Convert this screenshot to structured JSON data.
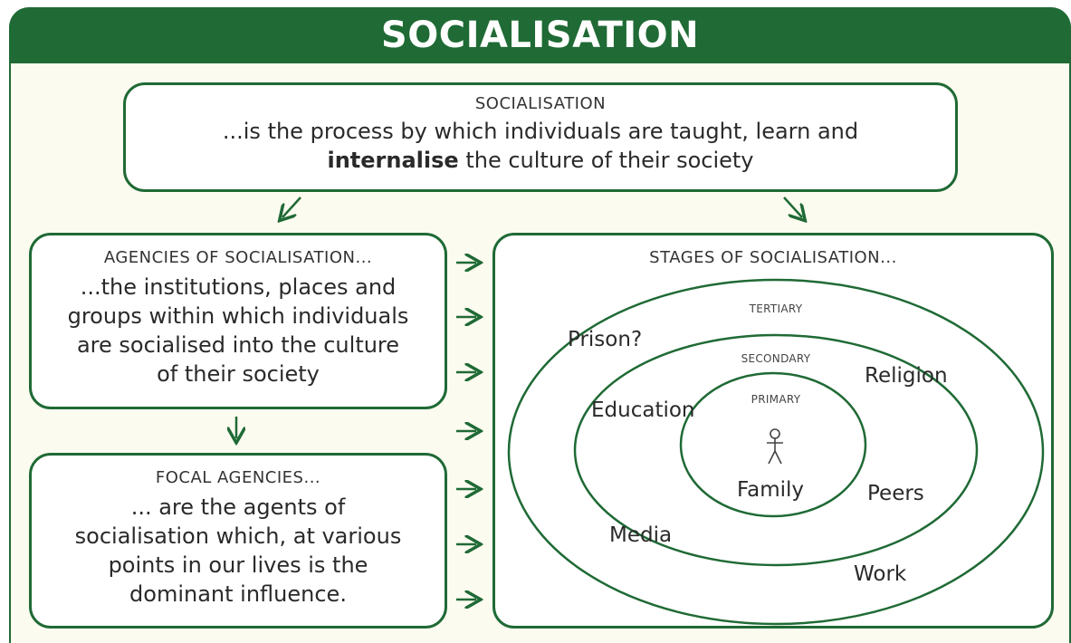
{
  "title": "SOCIALISATION",
  "definition": {
    "heading": "SOCIALISATION",
    "line1": "...is the process by which individuals are taught, learn and",
    "line2_bold": "internalise",
    "line2_rest": " the culture of their society"
  },
  "agencies": {
    "heading": "AGENCIES OF SOCIALISATION...",
    "lines": [
      "...the institutions, places and",
      "groups within which individuals",
      "are socialised into the culture",
      "of their society"
    ]
  },
  "focal": {
    "heading": "FOCAL AGENCIES...",
    "lines": [
      "... are the agents of",
      "socialisation which, at various",
      "points in our lives is the",
      "dominant influence."
    ]
  },
  "stages": {
    "heading": "STAGES OF SOCIALISATION...",
    "rings": [
      "TERTIARY",
      "SECONDARY",
      "PRIMARY"
    ],
    "agents": [
      "Prison?",
      "Religion",
      "Education",
      "Family",
      "Peers",
      "Media",
      "Work"
    ],
    "center_icon": "person-icon"
  },
  "colors": {
    "accent": "#1f6a35",
    "background": "#fcfbf0"
  }
}
